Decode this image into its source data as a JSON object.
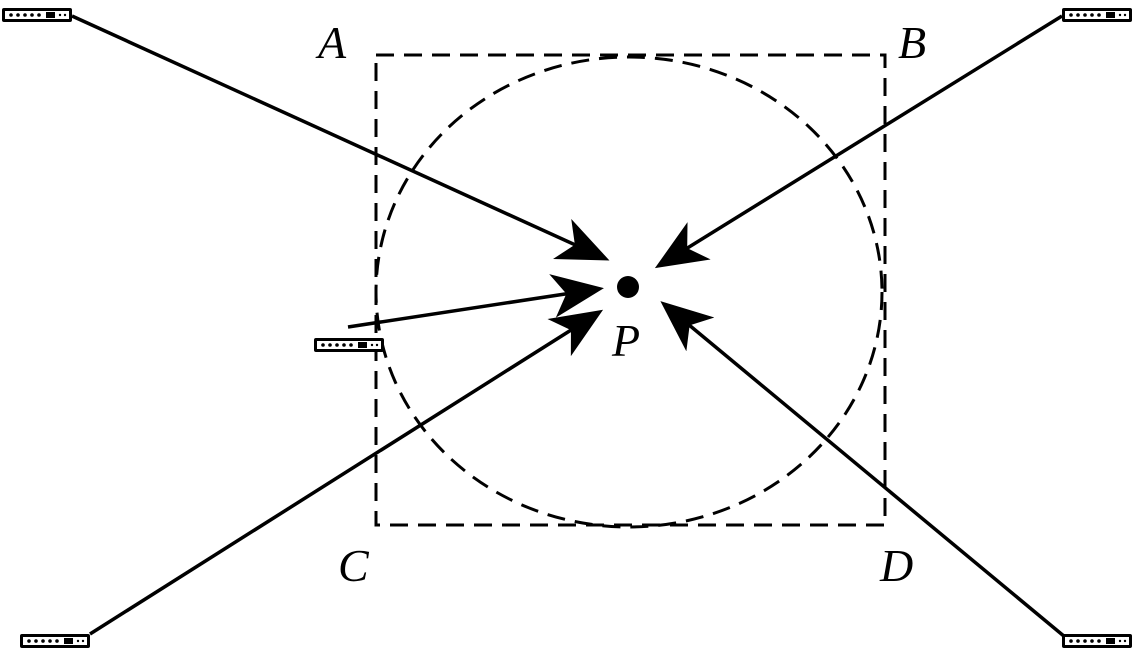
{
  "labels": {
    "corner_a": "A",
    "corner_b": "B",
    "corner_c": "C",
    "corner_d": "D",
    "point_p": "P"
  },
  "sources": [
    {
      "name": "source-top-left-icon"
    },
    {
      "name": "source-top-right-icon"
    },
    {
      "name": "source-left-middle-icon"
    },
    {
      "name": "source-bottom-left-icon"
    },
    {
      "name": "source-bottom-right-icon"
    }
  ],
  "colors": {
    "ink": "#000000",
    "background": "#ffffff"
  }
}
